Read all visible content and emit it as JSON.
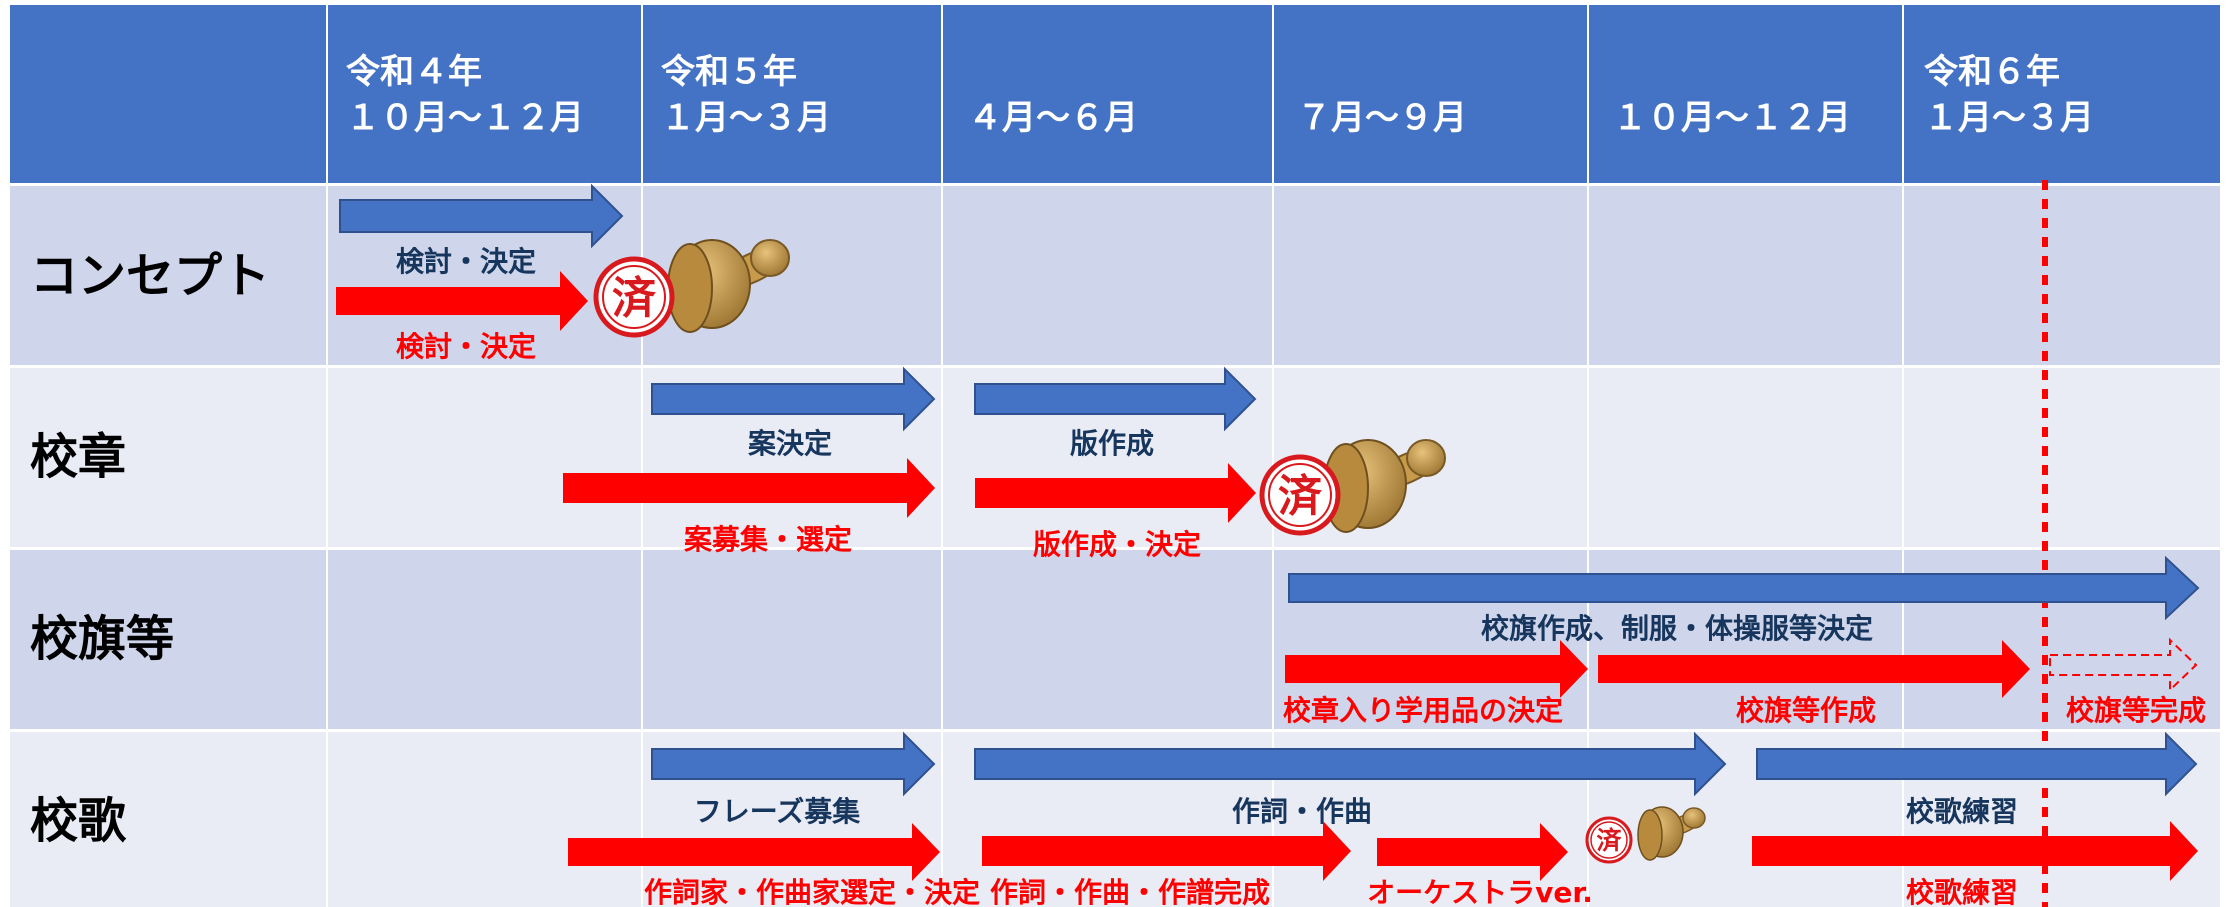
{
  "colors": {
    "header_bg": "#4472c4",
    "row_dark": "#cfd5ea",
    "row_light": "#e9ebf5",
    "blue_arrow": "#4472c4",
    "red_arrow": "#ff0000",
    "stamp_red": "#d8191e",
    "stamp_handle": "#c8a060"
  },
  "header": {
    "corner": "",
    "periods": [
      {
        "line1": "令和４年",
        "line2": "１０月～１２月"
      },
      {
        "line1": "令和５年",
        "line2": "１月～３月"
      },
      {
        "line1": "",
        "line2": "４月～６月"
      },
      {
        "line1": "",
        "line2": "７月～９月"
      },
      {
        "line1": "",
        "line2": "１０月～１２月"
      },
      {
        "line1": "令和６年",
        "line2": "１月～３月"
      }
    ]
  },
  "rows": [
    {
      "label": "コンセプト"
    },
    {
      "label": "校章"
    },
    {
      "label": "校旗等"
    },
    {
      "label": "校歌"
    }
  ],
  "bars": {
    "concept_plan": {
      "label": "検討・決定",
      "color": "blue"
    },
    "concept_actual": {
      "label": "検討・決定",
      "color": "red"
    },
    "emblem_plan_1": {
      "label": "案決定",
      "color": "blue"
    },
    "emblem_plan_2": {
      "label": "版作成",
      "color": "blue"
    },
    "emblem_actual_1": {
      "label": "案募集・選定",
      "color": "red"
    },
    "emblem_actual_2": {
      "label": "版作成・決定",
      "color": "red"
    },
    "flag_plan": {
      "label": "校旗作成、制服・体操服等決定",
      "color": "blue"
    },
    "flag_actual_1": {
      "label": "校章入り学用品の決定",
      "color": "red"
    },
    "flag_actual_2": {
      "label": "校旗等作成",
      "color": "red"
    },
    "flag_future": {
      "label": "校旗等完成",
      "color": "red-dashed"
    },
    "song_plan_1": {
      "label": "フレーズ募集",
      "color": "blue"
    },
    "song_plan_2": {
      "label": "作詞・作曲",
      "color": "blue"
    },
    "song_plan_3": {
      "label": "校歌練習",
      "color": "blue"
    },
    "song_actual_1": {
      "label": "作詞家・作曲家選定・決定",
      "color": "red"
    },
    "song_actual_2": {
      "label": "作詞・作曲・作譜完成",
      "color": "red"
    },
    "song_actual_3": {
      "label": "オーケストラver.",
      "color": "red"
    },
    "song_actual_4": {
      "label": "校歌練習",
      "color": "red"
    }
  },
  "stamps": {
    "text": "済",
    "icon": "completed-stamp-icon"
  }
}
